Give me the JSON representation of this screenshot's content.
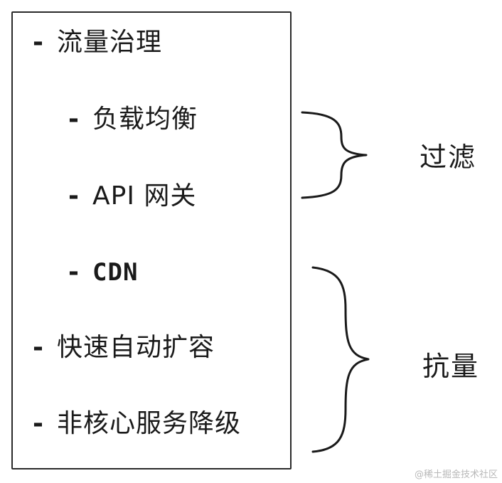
{
  "list": {
    "items": [
      {
        "dash": "-",
        "text": "流量治理"
      },
      {
        "dash": "-",
        "text": "负载均衡"
      },
      {
        "dash": "-",
        "text": "API 网关"
      },
      {
        "dash": "-",
        "text": "CDN"
      },
      {
        "dash": "-",
        "text": "快速自动扩容"
      },
      {
        "dash": "-",
        "text": "非核心服务降级"
      }
    ]
  },
  "groups": {
    "filter_label": "过滤",
    "capacity_label": "抗量"
  },
  "watermark": "@稀土掘金技术社区"
}
